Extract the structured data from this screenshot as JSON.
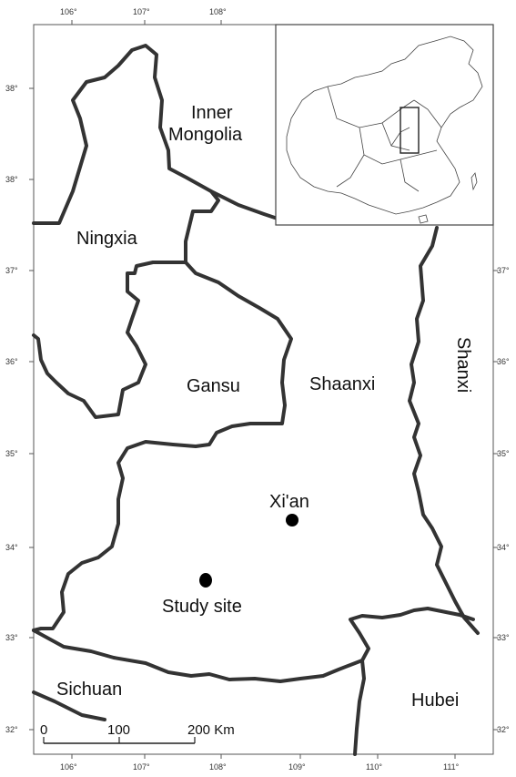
{
  "map": {
    "regions": [
      {
        "name": "Inner Mongolia",
        "lines": [
          "Inner",
          "Mongolia"
        ]
      },
      {
        "name": "Ningxia",
        "lines": [
          "Ningxia"
        ]
      },
      {
        "name": "Gansu",
        "lines": [
          "Gansu"
        ]
      },
      {
        "name": "Shaanxi",
        "lines": [
          "Shaanxi"
        ]
      },
      {
        "name": "Shanxi",
        "lines": [
          "Shanxi"
        ]
      },
      {
        "name": "Sichuan",
        "lines": [
          "Sichuan"
        ]
      },
      {
        "name": "Hubei",
        "lines": [
          "Hubei"
        ]
      }
    ],
    "points": [
      {
        "label": "Xi'an",
        "lon": 108.9,
        "lat": 34.3
      },
      {
        "label": "Study site",
        "lon": 107.7,
        "lat": 33.6
      }
    ],
    "longitude_ticks": [
      "106°",
      "107°",
      "108°",
      "109°",
      "110°",
      "111°"
    ],
    "latitude_ticks": [
      "38°",
      "38°",
      "37°",
      "36°",
      "35°",
      "34°",
      "33°",
      "32°"
    ],
    "scale_bar": {
      "labels": [
        "0",
        "100",
        "200 Km"
      ]
    },
    "colors": {
      "border": "#333333",
      "background": "#ffffff",
      "marker": "#000000"
    }
  }
}
